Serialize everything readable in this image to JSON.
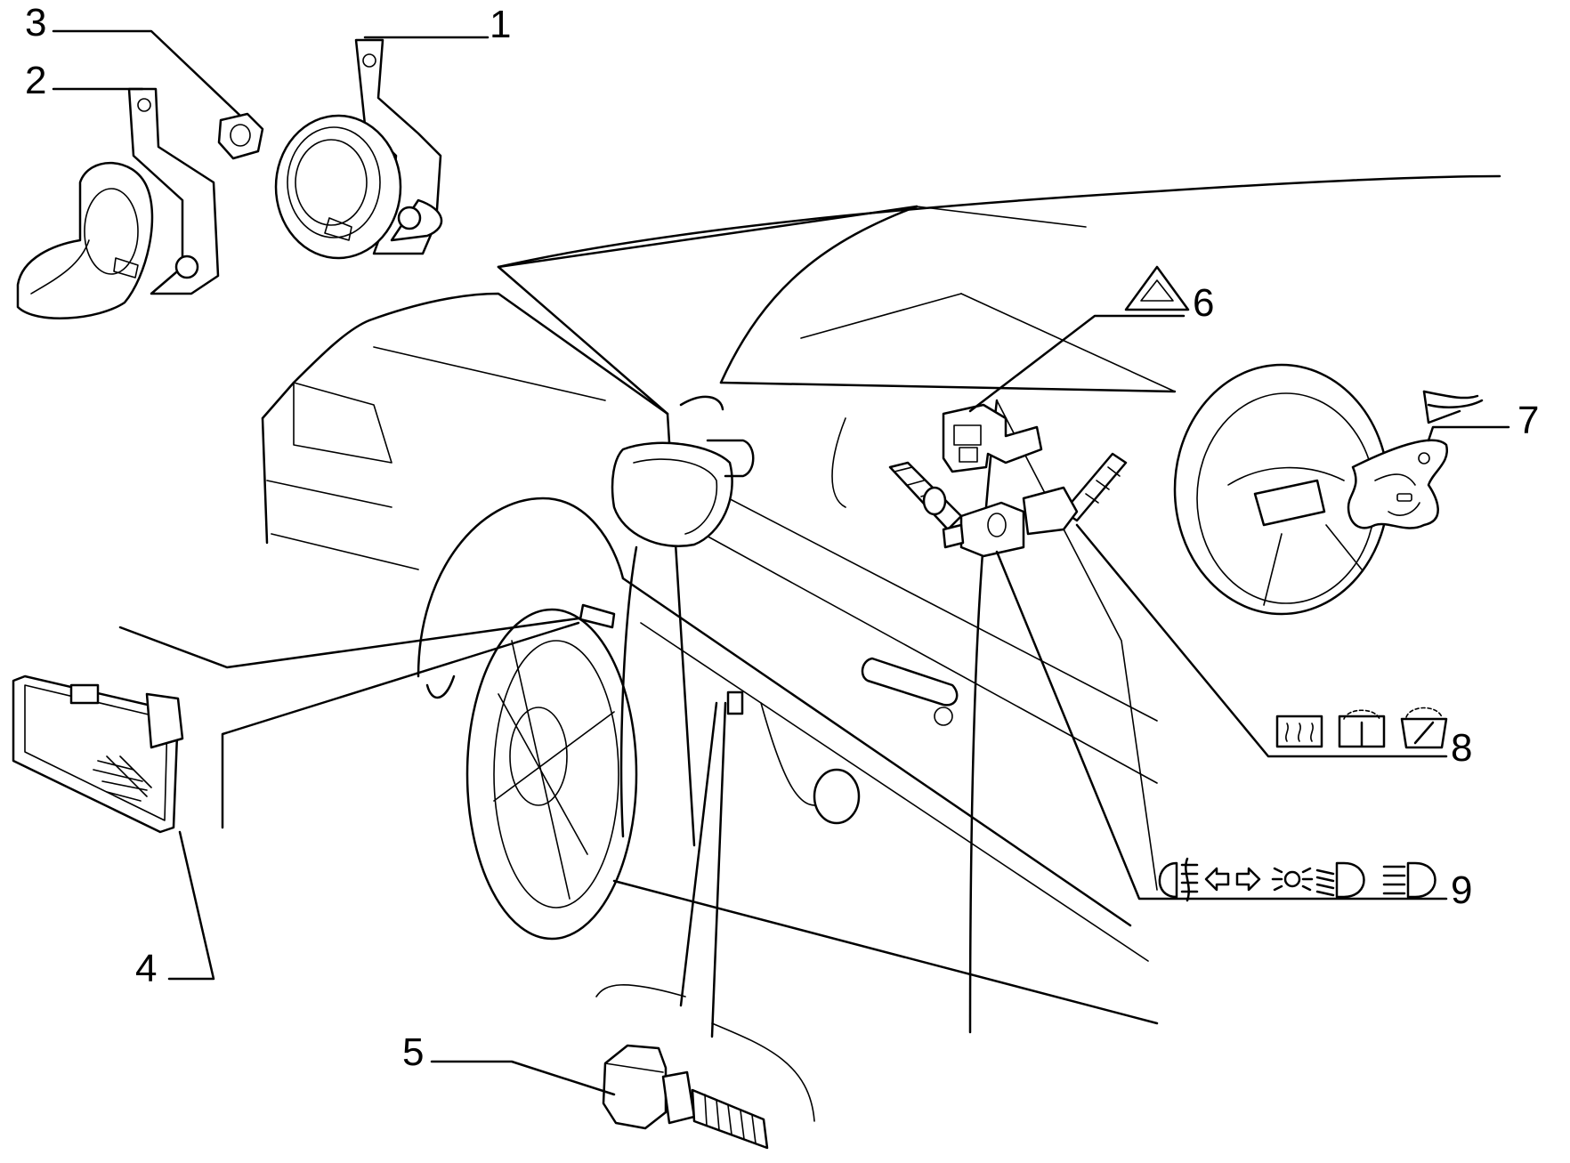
{
  "callouts": {
    "c1": "1",
    "c2": "2",
    "c3": "3",
    "c4": "4",
    "c5": "5",
    "c6": "6",
    "c7": "7",
    "c8": "8",
    "c9": "9"
  },
  "icons": {
    "c6": "hazard-triangle-icon",
    "c7": "horn-icon",
    "c8": [
      "rear-defrost-icon",
      "rear-wiper-icon",
      "windscreen-wiper-icon"
    ],
    "c9": [
      "fog-light-icon",
      "turn-left-arrow-icon",
      "turn-right-arrow-icon",
      "parking-light-icon",
      "dipped-beam-icon",
      "main-beam-icon"
    ]
  }
}
